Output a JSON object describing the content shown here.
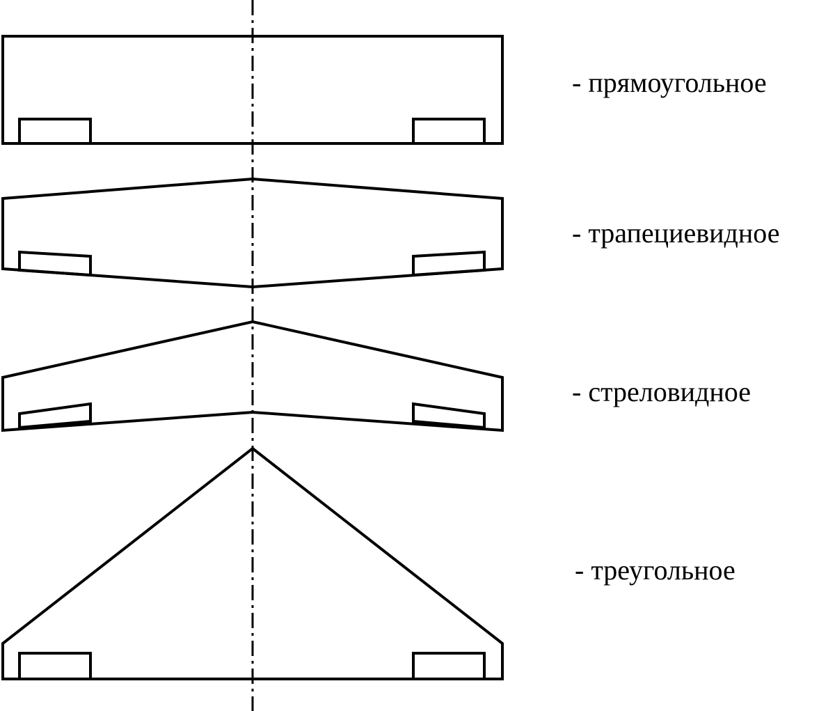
{
  "labels": {
    "rectangular": "- прямоугольное",
    "trapezoidal": "- трапециевидное",
    "swept": "- стреловидное",
    "triangular": "- треугольное"
  },
  "colors": {
    "stroke": "#000000",
    "background": "#ffffff"
  }
}
